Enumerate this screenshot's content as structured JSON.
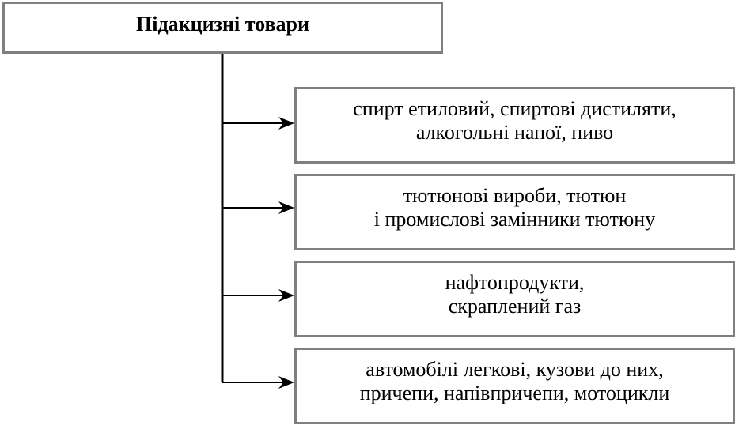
{
  "diagram": {
    "title": "Підакцизні товари",
    "items": [
      {
        "lines": [
          "спирт етиловий, спиртові дистиляти,",
          "алкогольні напої, пиво"
        ]
      },
      {
        "lines": [
          "тютюнові вироби, тютюн",
          "і промислові замінники тютюну"
        ]
      },
      {
        "lines": [
          "нафтопродукти,",
          "скраплений газ"
        ]
      },
      {
        "lines": [
          "автомобілі легкові, кузови до них,",
          "причепи, напівпричепи, мотоцикли"
        ]
      }
    ]
  }
}
